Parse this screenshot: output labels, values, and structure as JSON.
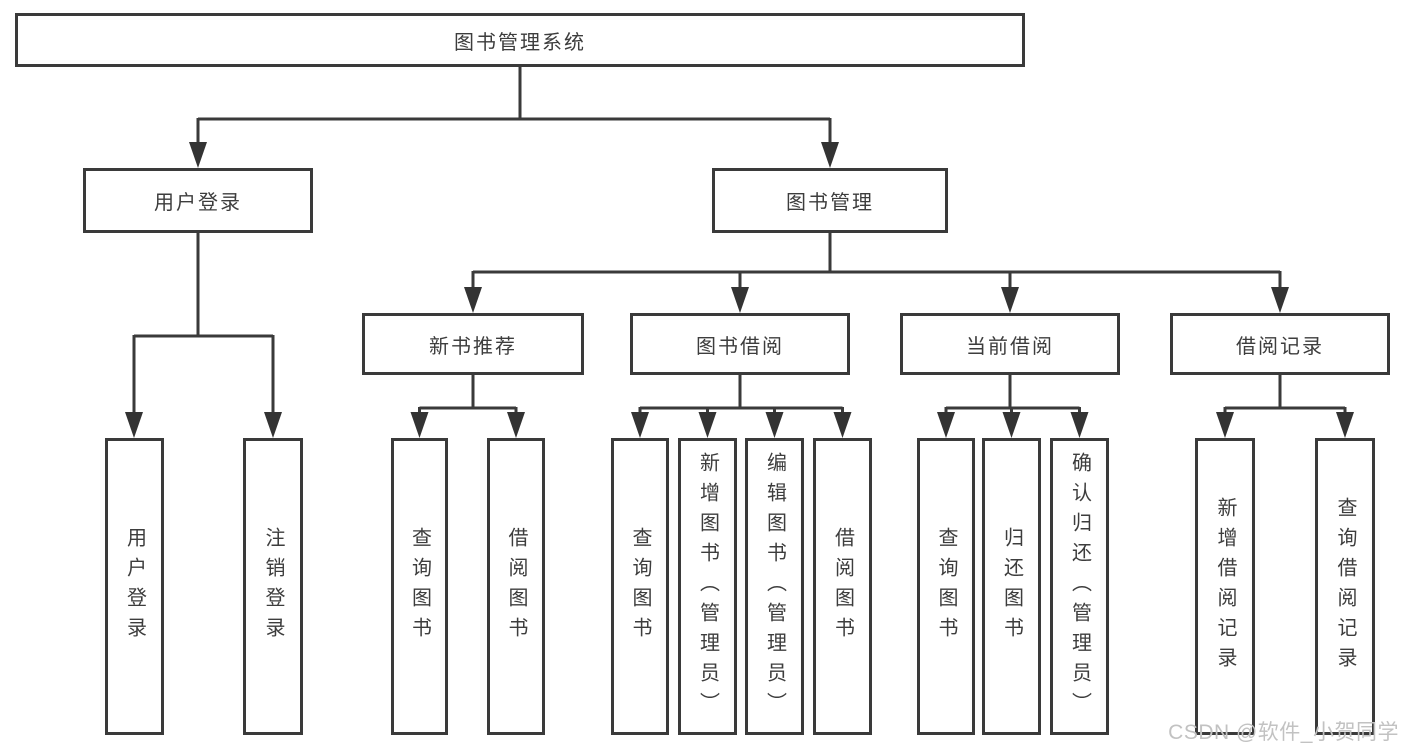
{
  "tree": {
    "root": {
      "label": "图书管理系统"
    },
    "branches": [
      {
        "label": "用户登录",
        "children": [
          {
            "label": "用户登录"
          },
          {
            "label": "注销登录"
          }
        ]
      },
      {
        "label": "图书管理",
        "sections": [
          {
            "label": "新书推荐",
            "children": [
              {
                "label": "查询图书"
              },
              {
                "label": "借阅图书"
              }
            ]
          },
          {
            "label": "图书借阅",
            "children": [
              {
                "label": "查询图书"
              },
              {
                "label": "新增图书（管理员）"
              },
              {
                "label": "编辑图书（管理员）"
              },
              {
                "label": "借阅图书"
              }
            ]
          },
          {
            "label": "当前借阅",
            "children": [
              {
                "label": "查询图书"
              },
              {
                "label": "归还图书"
              },
              {
                "label": "确认归还（管理员）"
              }
            ]
          },
          {
            "label": "借阅记录",
            "children": [
              {
                "label": "新增借阅记录"
              },
              {
                "label": "查询借阅记录"
              }
            ]
          }
        ]
      }
    ]
  },
  "watermark": {
    "text": "CSDN @软件_小贺同学"
  },
  "colors": {
    "background": "#ffffff",
    "box_fill": "#ffffff",
    "box_border": "#3a3a3a",
    "line": "#3a3a3a",
    "arrowhead": "#333333",
    "text": "#3d3d3d",
    "watermark": "#c2c2c2"
  }
}
